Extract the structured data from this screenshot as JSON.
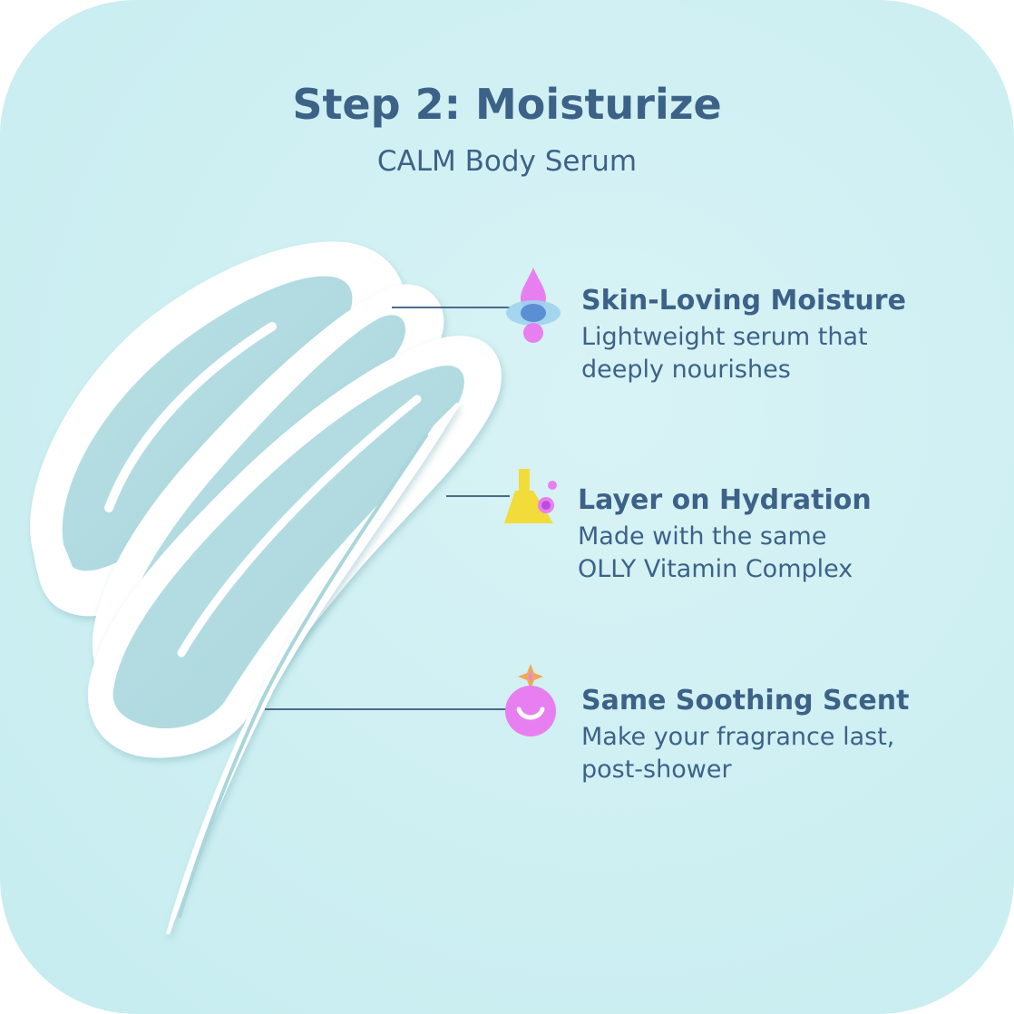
{
  "header": {
    "title": "Step 2: Moisturize",
    "subtitle": "CALM Body Serum"
  },
  "features": [
    {
      "icon": "droplet-icon",
      "title": "Skin-Loving Moisture",
      "desc_line1": "Lightweight serum that",
      "desc_line2": "deeply nourishes"
    },
    {
      "icon": "flask-icon",
      "title": "Layer on Hydration",
      "desc_line1": "Made with the same",
      "desc_line2": "OLLY Vitamin Complex"
    },
    {
      "icon": "scent-bottle-icon",
      "title": "Same Soothing Scent",
      "desc_line1": "Make your fragrance last,",
      "desc_line2": "post-shower"
    }
  ],
  "colors": {
    "background": "#cdeff2",
    "text": "#3d6288",
    "pink": "#e87ff0",
    "blue": "#5b8fd4",
    "yellow": "#f2dc3a"
  }
}
